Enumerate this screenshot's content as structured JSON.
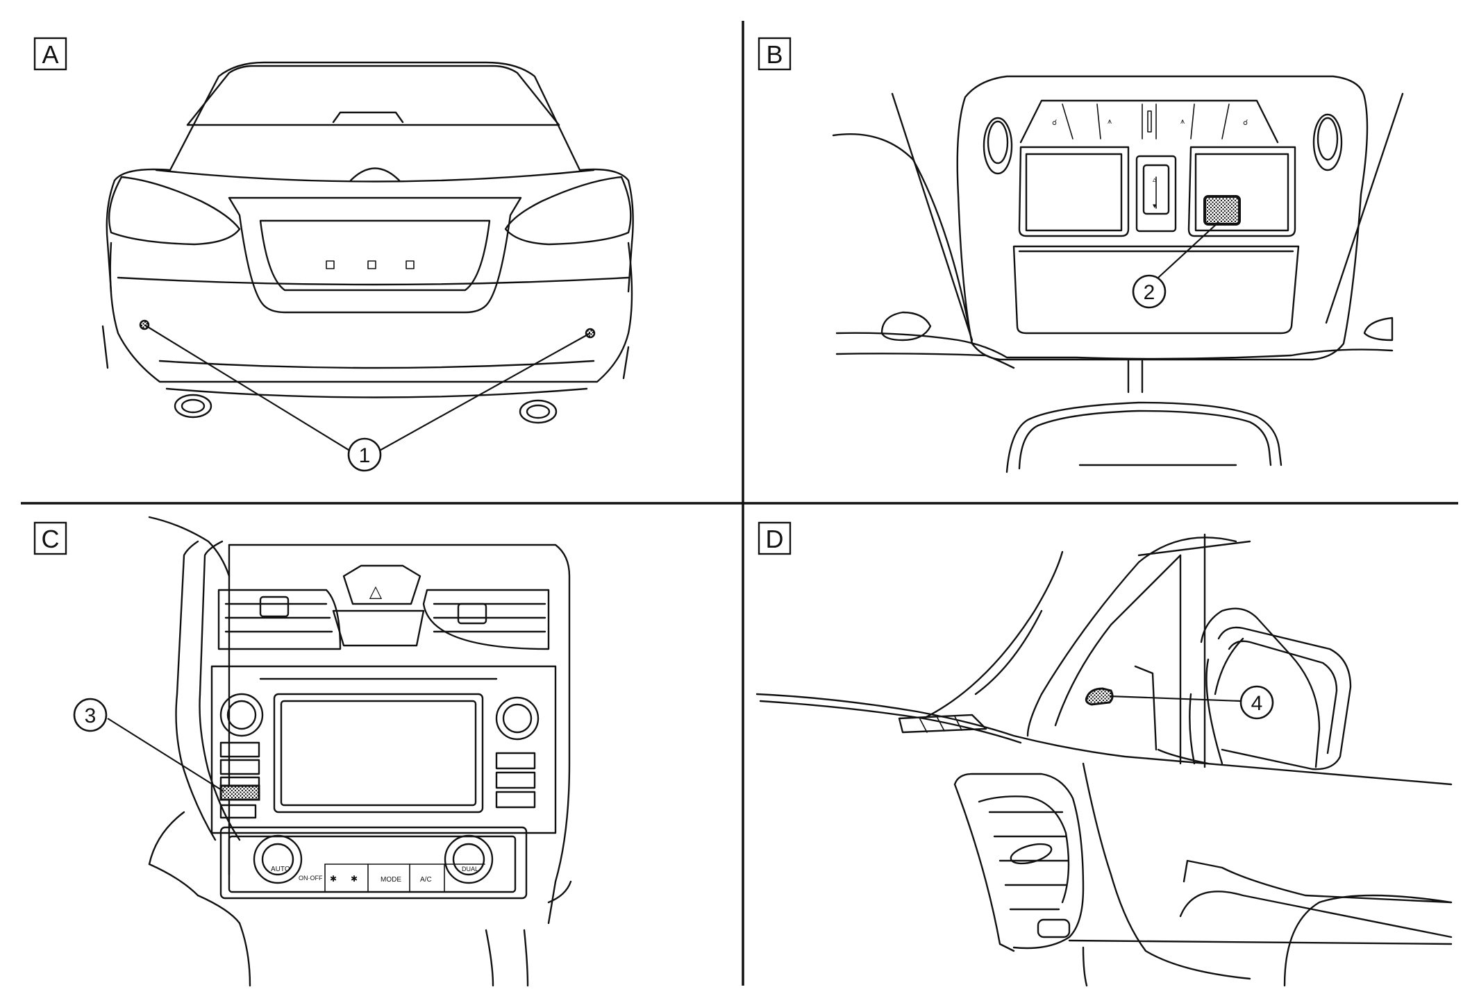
{
  "panels": [
    {
      "id": "A",
      "label": "A",
      "callouts": [
        "1"
      ]
    },
    {
      "id": "B",
      "label": "B",
      "callouts": [
        "2"
      ]
    },
    {
      "id": "C",
      "label": "C",
      "callouts": [
        "3"
      ]
    },
    {
      "id": "D",
      "label": "D",
      "callouts": [
        "4"
      ]
    }
  ],
  "climate_panel": {
    "auto": "AUTO",
    "on_off": "ON·OFF",
    "mode": "MODE",
    "ac": "A/C",
    "dual": "DUAL"
  }
}
